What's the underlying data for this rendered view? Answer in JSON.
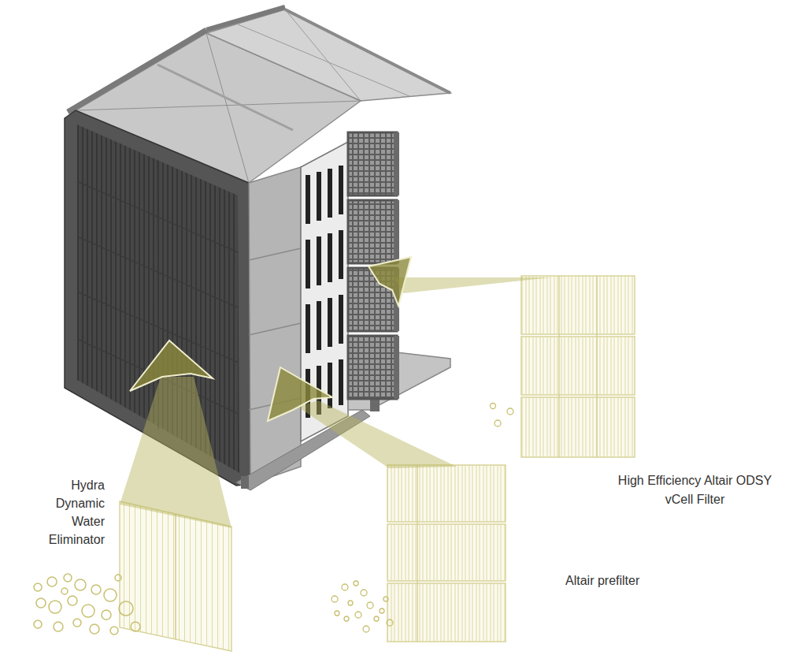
{
  "diagram": {
    "labels": [
      "Hydra Dynamic Water Eliminator",
      "Altair prefilter",
      "High Efficiency Altair ODSY vCell Filter"
    ]
  }
}
